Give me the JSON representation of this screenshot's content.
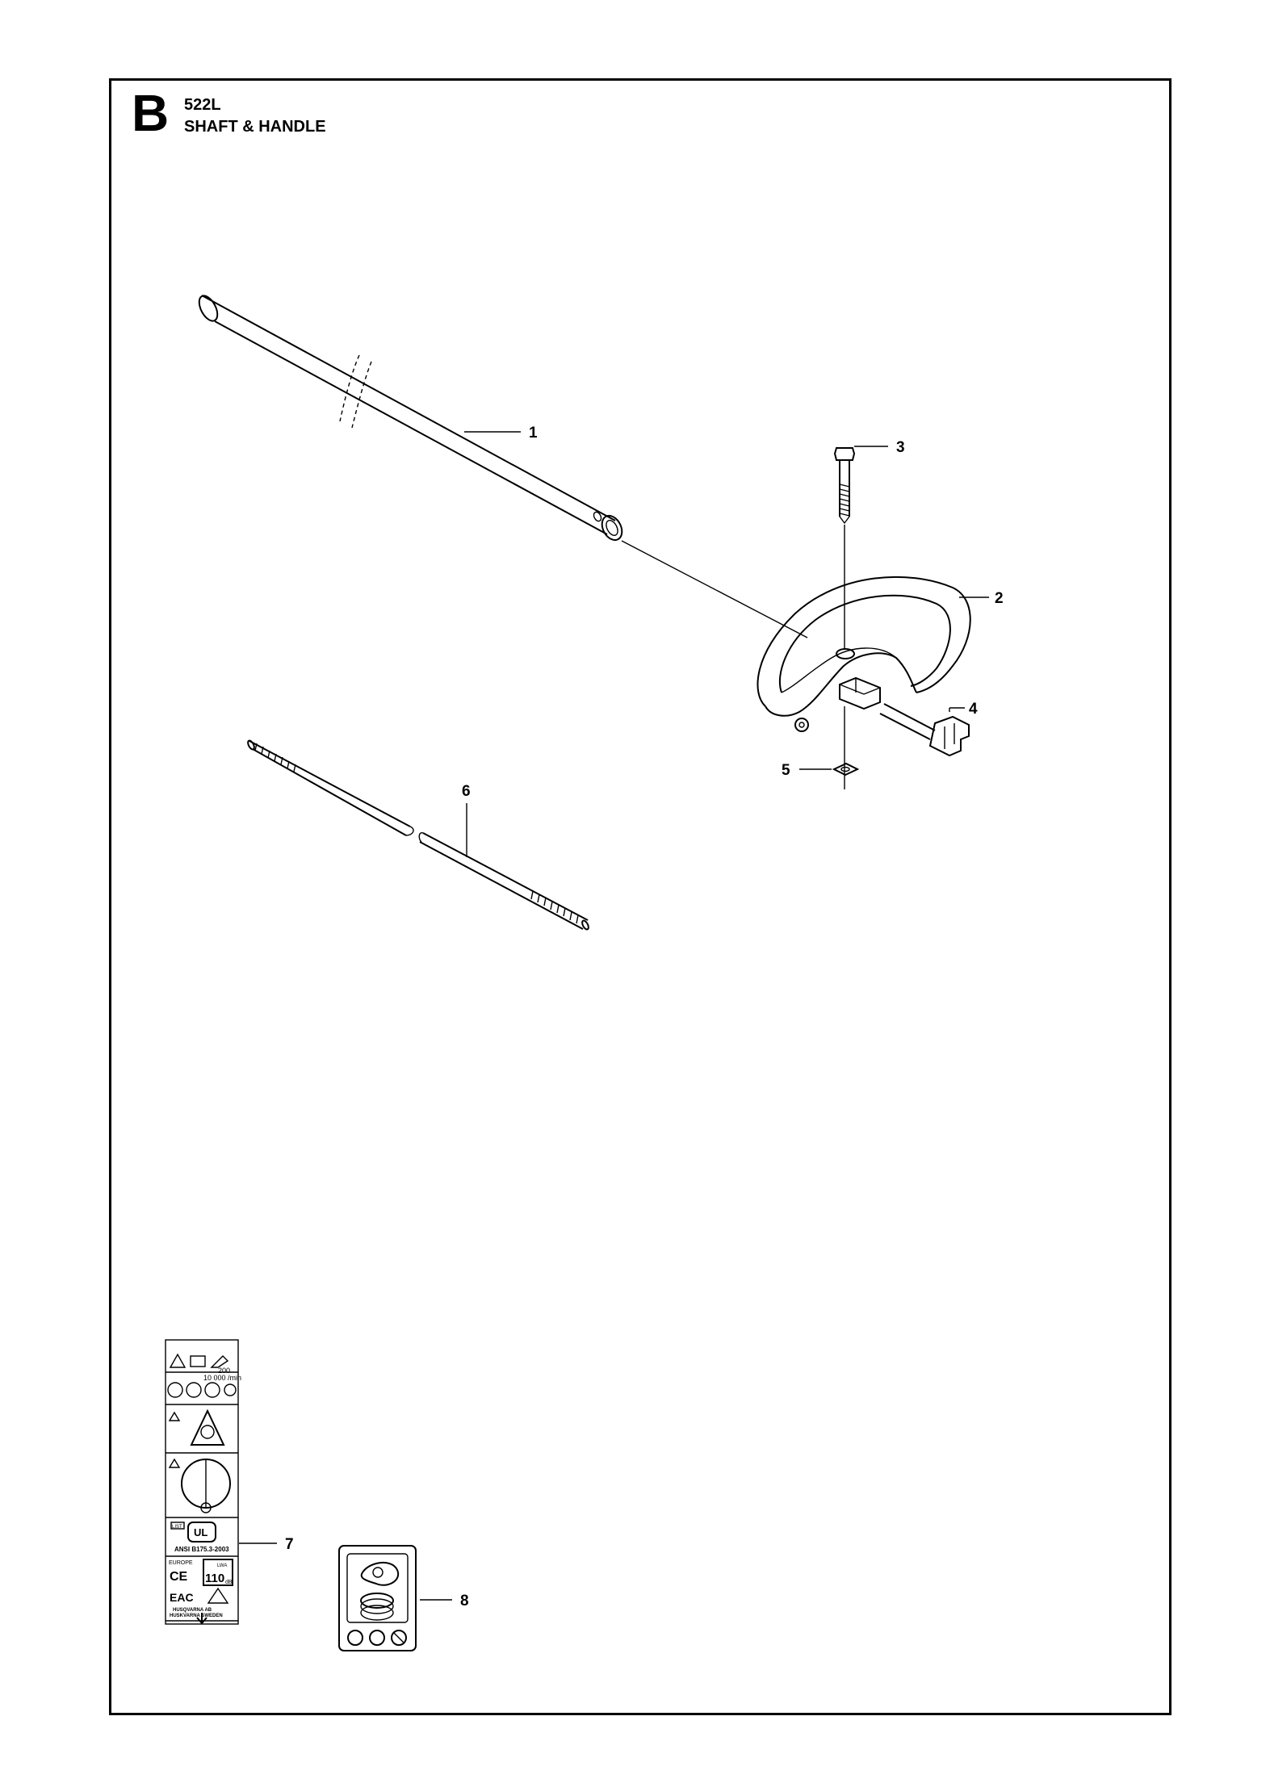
{
  "header": {
    "section_letter": "B",
    "model": "522L",
    "title": "SHAFT & HANDLE"
  },
  "callouts": [
    "1",
    "2",
    "3",
    "4",
    "5",
    "6",
    "7",
    "8"
  ],
  "decal_7": {
    "rpm_top": "200",
    "rpm_bottom": "10 000 /min",
    "ul_tag": "LIST",
    "ul_mark": "UL",
    "ansi": "ANSI B175.3-2003",
    "europe": "EUROPE",
    "ce": "CE",
    "lwa": "LWA",
    "db": "110",
    "db_unit": "dB",
    "eac": "EAC",
    "maker_line1": "HUSQVARNA AB",
    "maker_line2": "HUSKVARNA SWEDEN"
  }
}
